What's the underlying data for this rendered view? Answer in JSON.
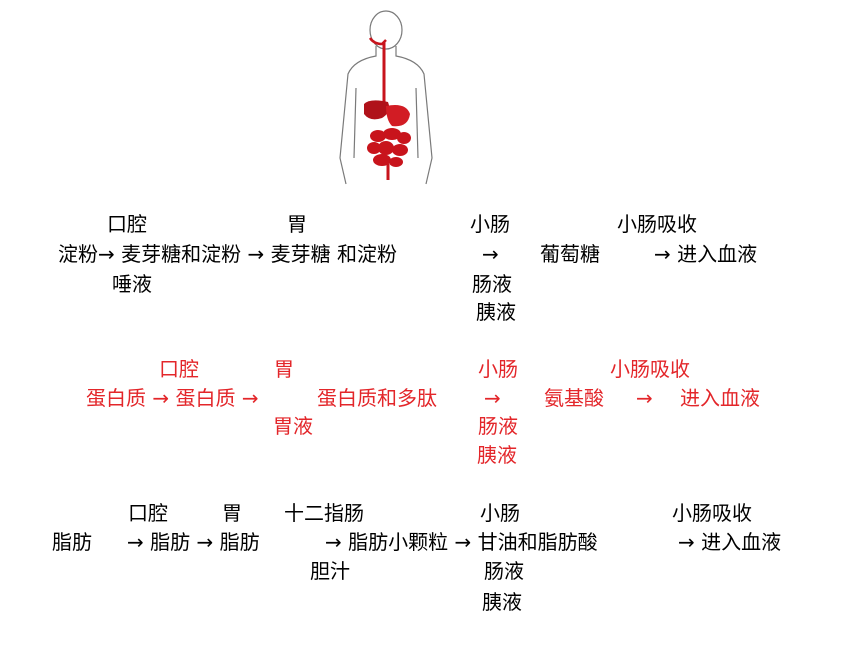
{
  "starch": {
    "above": [
      "口腔",
      "胃",
      "小肠",
      "小肠吸收"
    ],
    "main": [
      "淀粉→ 麦芽糖和淀粉 → 麦芽糖 和淀粉",
      "→",
      "葡萄糖",
      "→ 进入血液"
    ],
    "below": [
      "唾液",
      "肠液",
      "胰液"
    ]
  },
  "protein": {
    "above": [
      "口腔",
      "胃",
      "小肠",
      "小肠吸收"
    ],
    "main": [
      "蛋白质 → 蛋白质 →",
      "蛋白质和多肽",
      "→",
      "氨基酸",
      "→",
      "进入血液"
    ],
    "below": [
      "胃液",
      "肠液",
      "胰液"
    ]
  },
  "fat": {
    "above": [
      "口腔",
      "胃",
      "十二指肠",
      "小肠",
      "小肠吸收"
    ],
    "main": [
      "脂肪",
      "→ 脂肪 → 脂肪",
      "→ 脂肪小颗粒 → 甘油和脂肪酸",
      "→ 进入血液"
    ],
    "below": [
      "胆汁",
      "肠液",
      "胰液"
    ]
  },
  "colors": {
    "protein_text": "#e3262a",
    "organ_red": "#c8141c",
    "outline": "#7a7a7a"
  }
}
